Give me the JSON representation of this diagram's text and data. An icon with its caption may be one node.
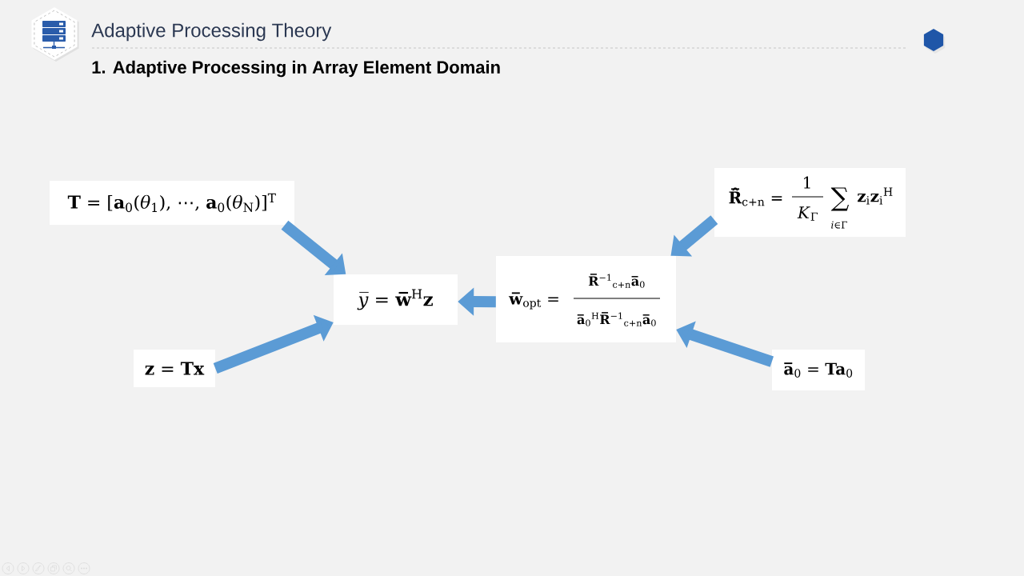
{
  "diagram": {
    "title": "Adaptive Processing Theory",
    "nodes": [
      {
        "text": [
          "**T** = [**a**$_{0}$(*θ*$_{1}$), ⋯, **a**$_{0}$(*θ*$_{N}$)]$^{T}$"
        ]
      },
      {
        "text": [
          "**R̅̂**$_{c+n}$ =",
          "1",
          "*K*$_{Γ}$",
          "∑",
          "*i*∈Γ",
          "**z**$_{i}$**z**$_{i}$$^{H}$"
        ]
      },
      {
        "text": [
          "*y̅* = **w̅**$^{H}$**z**"
        ]
      },
      {
        "text": [
          "**w̅**$_{opt}$ =",
          "**R̅**$^{−1}$$_{c+n}$**a̅**$_{0}$",
          "**a̅**$_{0}$$^{H}$**R̅**$^{−1}$$_{c+n}$**a̅**$_{0}$"
        ]
      },
      {
        "text": [
          "**z** = **Tx**"
        ]
      },
      {
        "text": [
          "**a̅**$_{0}$ = **Ta**$_{0}$"
        ]
      }
    ],
    "edges": [
      {
        "from": 0,
        "to": 2,
        "arrow": "to"
      },
      {
        "from": 1,
        "to": 3,
        "arrow": "to"
      },
      {
        "from": 3,
        "to": 2,
        "arrow": "to"
      },
      {
        "from": 4,
        "to": 2,
        "arrow": "to"
      },
      {
        "from": 5,
        "to": 3,
        "arrow": "to"
      }
    ],
    "labels": [
      "1. Adaptive Processing in Array Element Domain"
    ]
  }
}
